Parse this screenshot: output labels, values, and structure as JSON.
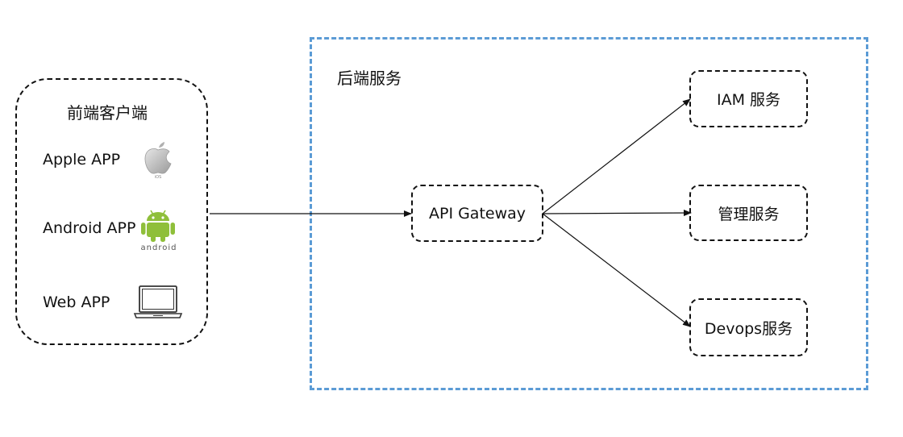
{
  "frontend": {
    "title": "前端客户端",
    "apps": [
      {
        "label": "Apple APP",
        "icon": "apple-ios-icon"
      },
      {
        "label": "Android APP",
        "icon": "android-icon",
        "icon_text": "android"
      },
      {
        "label": "Web APP",
        "icon": "laptop-icon"
      }
    ]
  },
  "backend": {
    "title": "后端服务",
    "gateway": "API Gateway",
    "services": [
      "IAM 服务",
      "管理服务",
      "Devops服务"
    ]
  },
  "colors": {
    "backend_border": "#5b9bd5",
    "android_green": "#8fbf3a",
    "apple_gray": "#b8b8b8",
    "line": "#111111"
  }
}
